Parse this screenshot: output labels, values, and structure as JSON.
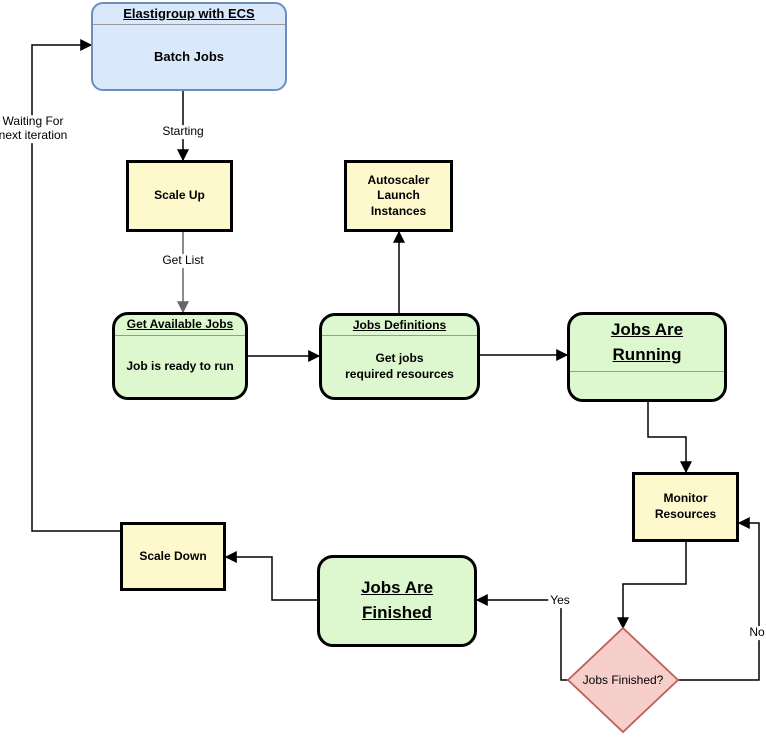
{
  "diagram": {
    "nodes": {
      "elastigroup": {
        "title": "Elastigroup with ECS",
        "body": "Batch Jobs"
      },
      "scale_up": {
        "label": "Scale Up"
      },
      "autoscaler": {
        "label": "Autoscaler\nLaunch\nInstances"
      },
      "get_available_jobs": {
        "title": "Get Available Jobs",
        "body": "Job is ready to run"
      },
      "jobs_definitions": {
        "title": "Jobs Definitions",
        "body": "Get jobs\nrequired resources"
      },
      "jobs_are_running": {
        "title": "Jobs Are\nRunning"
      },
      "monitor_resources": {
        "label": "Monitor\nResources"
      },
      "jobs_finished_decision": {
        "label": "Jobs Finished?"
      },
      "jobs_are_finished": {
        "label": "Jobs Are\nFinished"
      },
      "scale_down": {
        "label": "Scale Down"
      }
    },
    "edge_labels": {
      "starting": "Starting",
      "get_list": "Get List",
      "yes": "Yes",
      "no": "No",
      "waiting_for_next_iteration": "Waiting For\nnext iteration"
    },
    "colors": {
      "blue_fill": "#dae8fc",
      "blue_border": "#6c8ebf",
      "yellow_fill": "#fdf9cd",
      "green_fill": "#ddf8cf",
      "pink_fill": "#f6cfcb",
      "pink_border": "#bf5e5a",
      "edge_black": "#000000",
      "edge_gray": "#666666",
      "divider": "#999999"
    }
  }
}
